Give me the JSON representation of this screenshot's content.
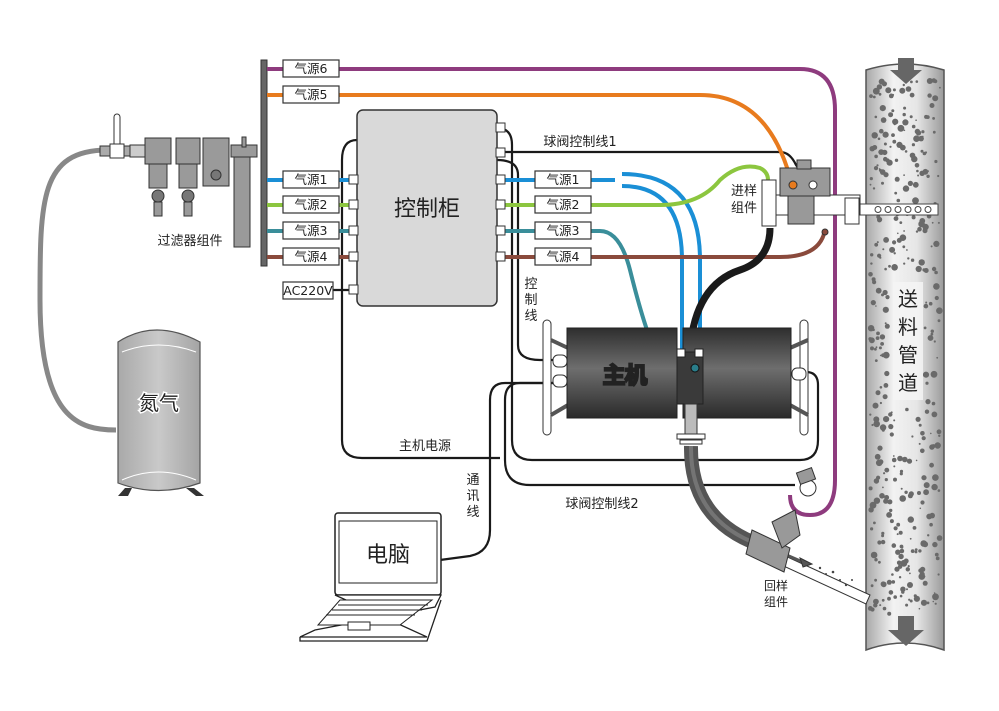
{
  "diagram": {
    "title": "",
    "colors": {
      "source1": "#1a8fd6",
      "source2": "#8cc63f",
      "source3": "#3a8e9a",
      "source4": "#8a4a3c",
      "source5": "#e87b1e",
      "source6": "#8e3b7e",
      "cable": "#1a1a1a",
      "nitrogen_hose": "#888888",
      "cabinet_fill": "#d9d9d9",
      "host_body": "#3a3a3a",
      "pipe_fill": "#d0d0d0"
    },
    "components": {
      "filter_assembly": "过滤器组件",
      "nitrogen_tank": "氮气",
      "control_cabinet": "控制柜",
      "host": "主机",
      "computer": "电脑",
      "sampling_inlet": [
        "进样",
        "组件"
      ],
      "sampling_return": [
        "回样",
        "组件"
      ],
      "feed_pipe": [
        "送",
        "料",
        "管",
        "道"
      ]
    },
    "gas_sources_left": [
      {
        "label": "气源6",
        "key": "source6"
      },
      {
        "label": "气源5",
        "key": "source5"
      },
      {
        "label": "气源1",
        "key": "source1"
      },
      {
        "label": "气源2",
        "key": "source2"
      },
      {
        "label": "气源3",
        "key": "source3"
      },
      {
        "label": "气源4",
        "key": "source4"
      }
    ],
    "gas_sources_right": [
      {
        "label": "气源1",
        "key": "source1"
      },
      {
        "label": "气源2",
        "key": "source2"
      },
      {
        "label": "气源3",
        "key": "source3"
      },
      {
        "label": "气源4",
        "key": "source4"
      }
    ],
    "power_label": "AC220V",
    "wires": {
      "ball_valve_ctrl_1": "球阀控制线1",
      "ball_valve_ctrl_2": "球阀控制线2",
      "control_line": [
        "控",
        "制",
        "线"
      ],
      "host_power": "主机电源",
      "comm_line": [
        "通",
        "讯",
        "线"
      ]
    }
  }
}
